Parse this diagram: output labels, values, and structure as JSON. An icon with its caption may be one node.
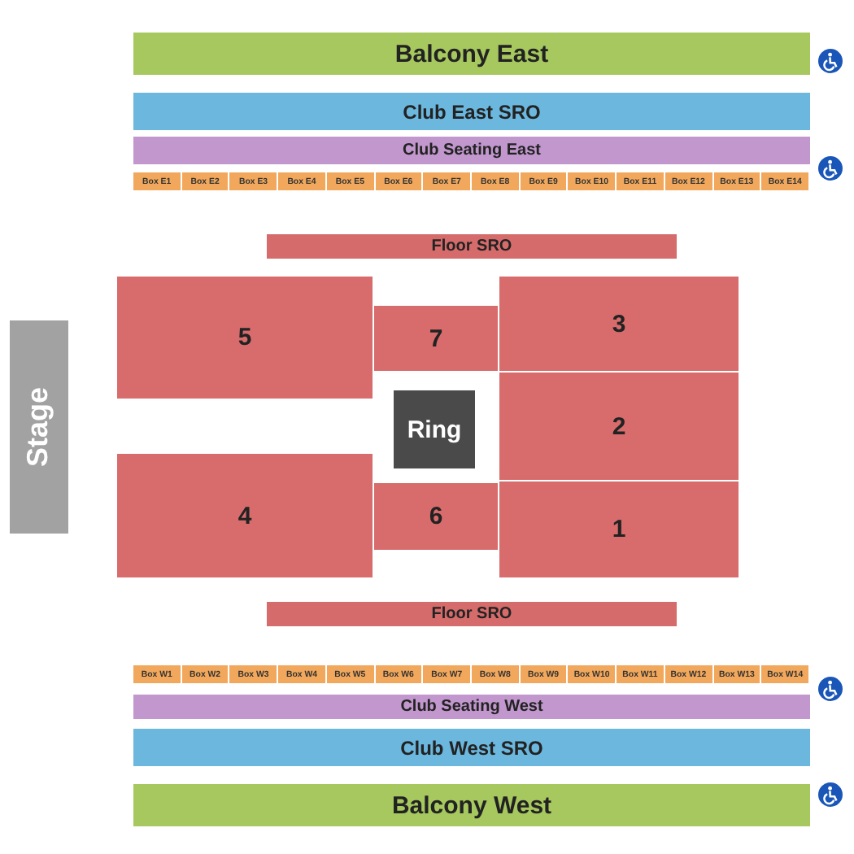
{
  "diagram": {
    "nodes": [
      {
        "text": [
          "Balcony East"
        ]
      },
      {
        "text": [
          "Club East SRO"
        ]
      },
      {
        "text": [
          "Club Seating East"
        ]
      },
      {
        "text": [
          "Box E1"
        ]
      },
      {
        "text": [
          "Box E2"
        ]
      },
      {
        "text": [
          "Box E3"
        ]
      },
      {
        "text": [
          "Box E4"
        ]
      },
      {
        "text": [
          "Box E5"
        ]
      },
      {
        "text": [
          "Box E6"
        ]
      },
      {
        "text": [
          "Box E7"
        ]
      },
      {
        "text": [
          "Box E8"
        ]
      },
      {
        "text": [
          "Box E9"
        ]
      },
      {
        "text": [
          "Box E10"
        ]
      },
      {
        "text": [
          "Box E11"
        ]
      },
      {
        "text": [
          "Box E12"
        ]
      },
      {
        "text": [
          "Box E13"
        ]
      },
      {
        "text": [
          "Box E14"
        ]
      },
      {
        "text": [
          "Floor SRO"
        ]
      },
      {
        "text": [
          "5"
        ]
      },
      {
        "text": [
          "7"
        ]
      },
      {
        "text": [
          "3"
        ]
      },
      {
        "text": [
          "Stage"
        ]
      },
      {
        "text": [
          "Ring"
        ]
      },
      {
        "text": [
          "2"
        ]
      },
      {
        "text": [
          "4"
        ]
      },
      {
        "text": [
          "6"
        ]
      },
      {
        "text": [
          "1"
        ]
      },
      {
        "text": [
          "Floor SRO"
        ]
      },
      {
        "text": [
          "Box W1"
        ]
      },
      {
        "text": [
          "Box W2"
        ]
      },
      {
        "text": [
          "Box W3"
        ]
      },
      {
        "text": [
          "Box W4"
        ]
      },
      {
        "text": [
          "Box W5"
        ]
      },
      {
        "text": [
          "Box W6"
        ]
      },
      {
        "text": [
          "Box W7"
        ]
      },
      {
        "text": [
          "Box W8"
        ]
      },
      {
        "text": [
          "Box W9"
        ]
      },
      {
        "text": [
          "Box W10"
        ]
      },
      {
        "text": [
          "Box W11"
        ]
      },
      {
        "text": [
          "Box W12"
        ]
      },
      {
        "text": [
          "Box W13"
        ]
      },
      {
        "text": [
          "Box W14"
        ]
      },
      {
        "text": [
          "Club Seating West"
        ]
      },
      {
        "text": [
          "Club West SRO"
        ]
      },
      {
        "text": [
          "Balcony West"
        ]
      }
    ]
  }
}
